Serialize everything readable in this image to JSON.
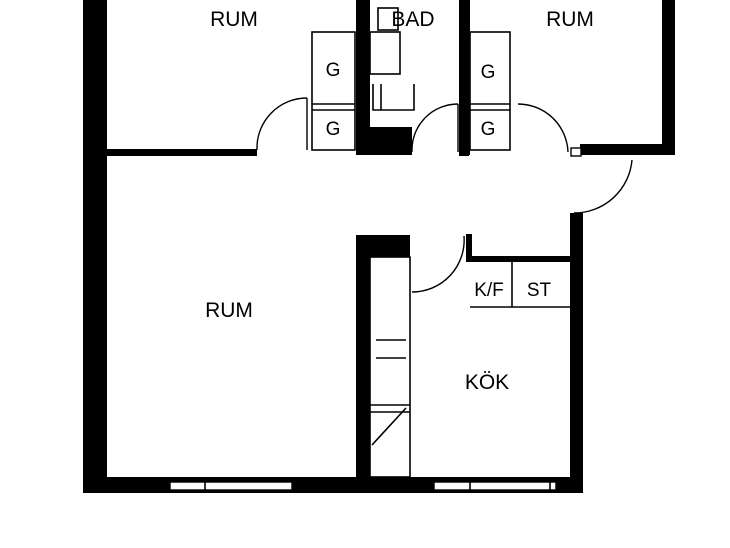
{
  "rooms": {
    "rum_top_left": "RUM",
    "bad": "BAD",
    "rum_top_right": "RUM",
    "rum_large": "RUM",
    "kok": "KÖK"
  },
  "fixtures": {
    "g1": "G",
    "g2": "G",
    "g3": "G",
    "g4": "G",
    "kf": "K/F",
    "st": "ST"
  },
  "colors": {
    "wall": "#000000",
    "background": "#ffffff"
  }
}
